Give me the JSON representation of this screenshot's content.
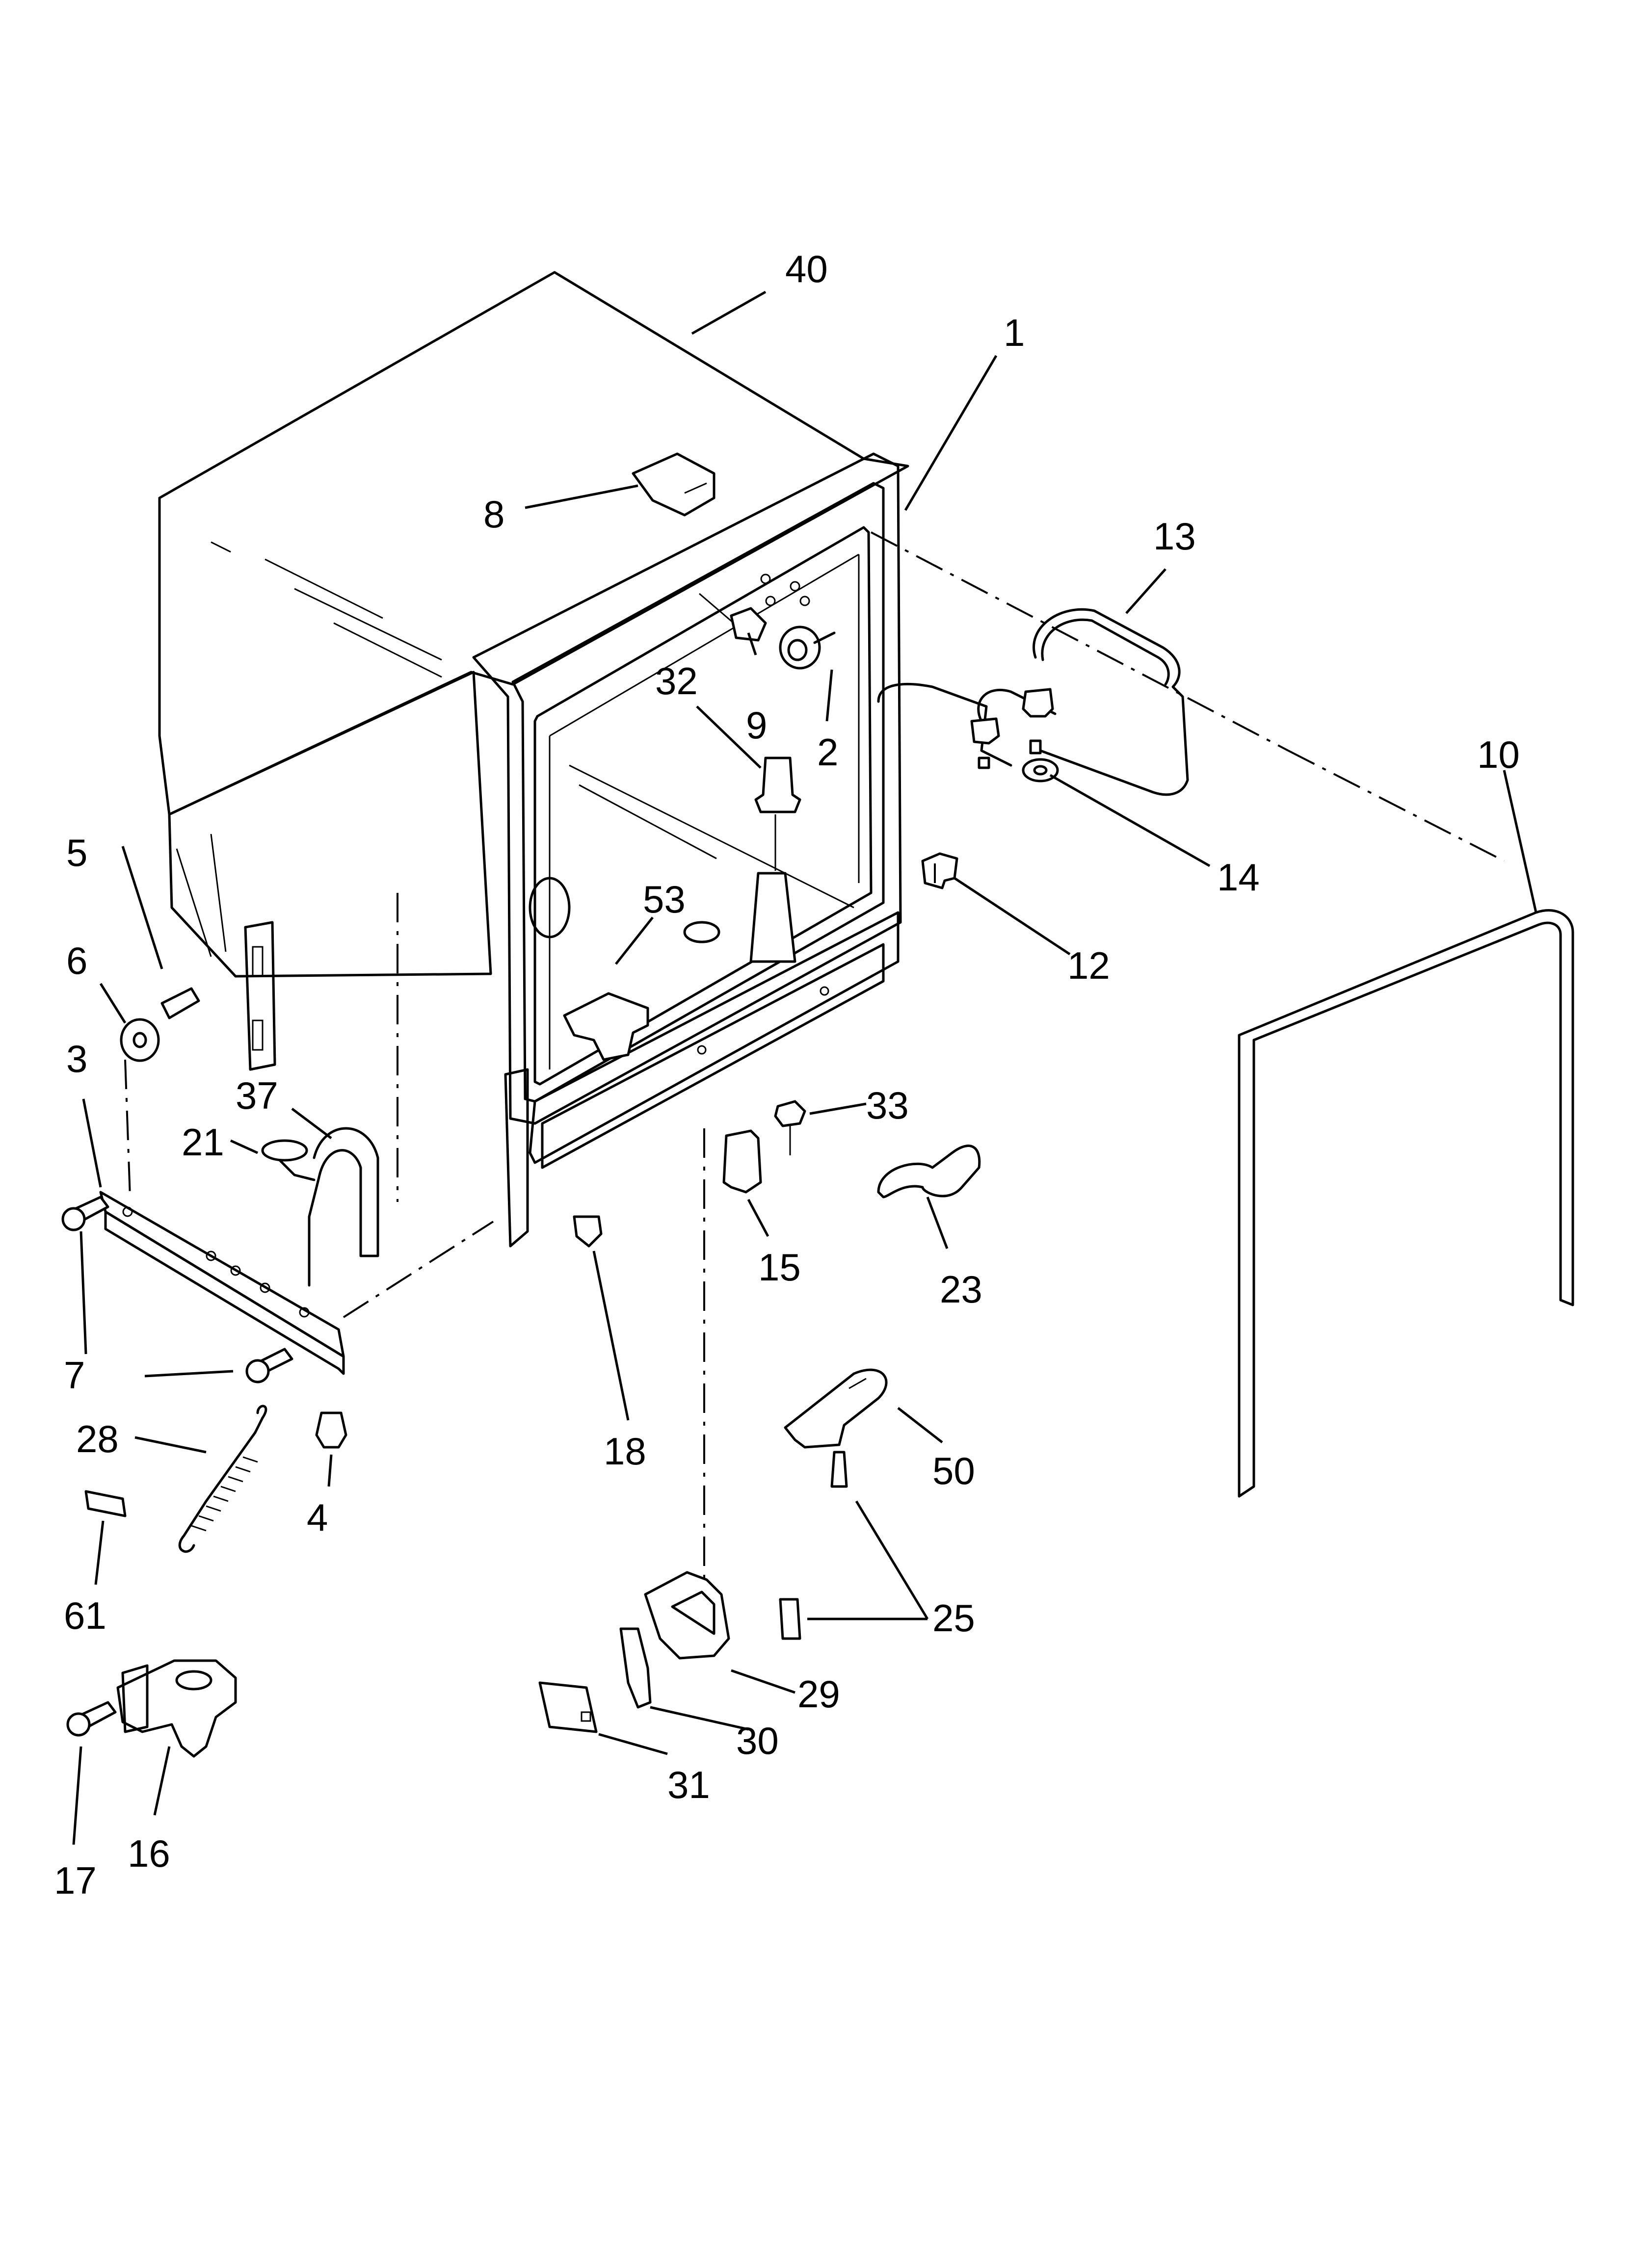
{
  "callouts": [
    {
      "id": "40",
      "text": "40"
    },
    {
      "id": "1",
      "text": "1"
    },
    {
      "id": "8",
      "text": "8"
    },
    {
      "id": "13",
      "text": "13"
    },
    {
      "id": "32",
      "text": "32"
    },
    {
      "id": "9",
      "text": "9"
    },
    {
      "id": "2",
      "text": "2"
    },
    {
      "id": "10",
      "text": "10"
    },
    {
      "id": "14",
      "text": "14"
    },
    {
      "id": "5",
      "text": "5"
    },
    {
      "id": "6",
      "text": "6"
    },
    {
      "id": "53",
      "text": "53"
    },
    {
      "id": "12",
      "text": "12"
    },
    {
      "id": "3",
      "text": "3"
    },
    {
      "id": "37",
      "text": "37"
    },
    {
      "id": "21",
      "text": "21"
    },
    {
      "id": "33",
      "text": "33"
    },
    {
      "id": "15",
      "text": "15"
    },
    {
      "id": "23",
      "text": "23"
    },
    {
      "id": "7a",
      "text": "7"
    },
    {
      "id": "28",
      "text": "28"
    },
    {
      "id": "4",
      "text": "4"
    },
    {
      "id": "18",
      "text": "18"
    },
    {
      "id": "50",
      "text": "50"
    },
    {
      "id": "61",
      "text": "61"
    },
    {
      "id": "25",
      "text": "25"
    },
    {
      "id": "29",
      "text": "29"
    },
    {
      "id": "30",
      "text": "30"
    },
    {
      "id": "31",
      "text": "31"
    },
    {
      "id": "16",
      "text": "16"
    },
    {
      "id": "17",
      "text": "17"
    }
  ]
}
